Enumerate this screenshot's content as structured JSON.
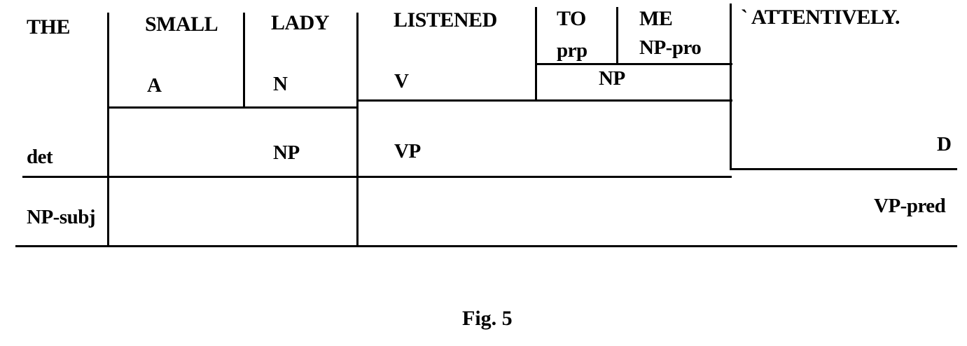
{
  "diagram": {
    "words": {
      "the": "THE",
      "small": "SMALL",
      "lady": "LADY",
      "listened": "LISTENED",
      "to": "TO",
      "me": "ME",
      "attentively": "` ATTENTIVELY."
    },
    "word_tags": {
      "small": "A",
      "lady": "N",
      "listened": "V",
      "to": "prp",
      "me": "NP-pro"
    },
    "phrase_tags": {
      "to_me": "NP",
      "the": "det",
      "small_lady": "NP",
      "listened_to_me": "VP",
      "attentively": "D",
      "subject": "NP-subj",
      "predicate": "VP-pred"
    },
    "caption": "Fig. 5"
  }
}
